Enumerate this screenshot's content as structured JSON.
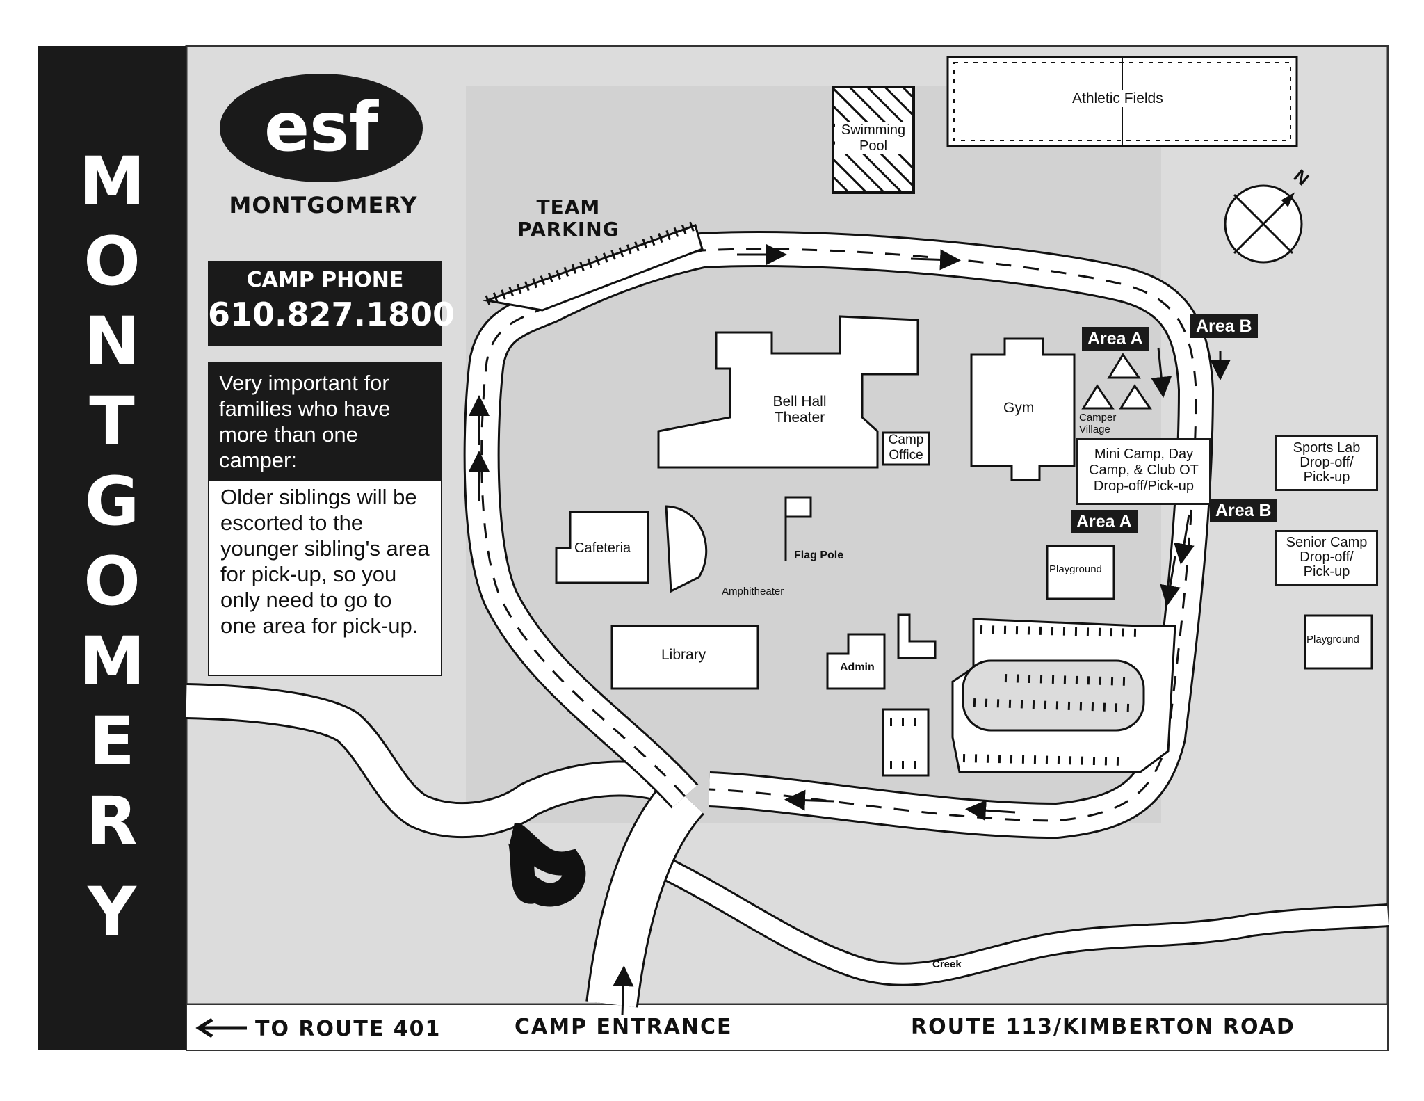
{
  "sidebar": {
    "title_letters": [
      "M",
      "O",
      "N",
      "T",
      "G",
      "O",
      "M",
      "E",
      "R",
      "Y"
    ]
  },
  "logo": {
    "wordmark": "esf",
    "subtitle": "MONTGOMERY"
  },
  "phone": {
    "label": "CAMP PHONE",
    "number": "610.827.1800"
  },
  "note": {
    "heading": "Very important for families who have more than one camper:",
    "body": "Older siblings will be escorted to the younger sibling's area for pick-up, so you only need to go to one area for pick-up."
  },
  "map": {
    "team_parking": [
      "TEAM",
      "PARKING"
    ],
    "athletic_fields": "Athletic Fields",
    "swimming_pool": [
      "Swimming",
      "Pool"
    ],
    "compass": "N",
    "bell_hall": [
      "Bell Hall",
      "Theater"
    ],
    "camp_office": [
      "Camp",
      "Office"
    ],
    "gym": "Gym",
    "camper_village": [
      "Camper",
      "Village"
    ],
    "area_a": "Area A",
    "area_b": "Area B",
    "mini_camp": [
      "Mini Camp, Day",
      "Camp, & Club OT",
      "Drop-off/Pick-up"
    ],
    "sports_lab": [
      "Sports Lab",
      "Drop-off/",
      "Pick-up"
    ],
    "senior_camp": [
      "Senior Camp",
      "Drop-off/",
      "Pick-up"
    ],
    "playground": "Playground",
    "cafeteria": "Cafeteria",
    "flag_pole": "Flag Pole",
    "amphitheater": "Amphitheater",
    "library": "Library",
    "admin": "Admin",
    "creek": "Creek"
  },
  "bottom_bar": {
    "to_route": "TO ROUTE 401",
    "entrance": "CAMP ENTRANCE",
    "road": "ROUTE 113/KIMBERTON ROAD"
  },
  "colors": {
    "dark": "#1a1a1a",
    "grounds": "#dcdcdc",
    "road": "#ffffff"
  }
}
